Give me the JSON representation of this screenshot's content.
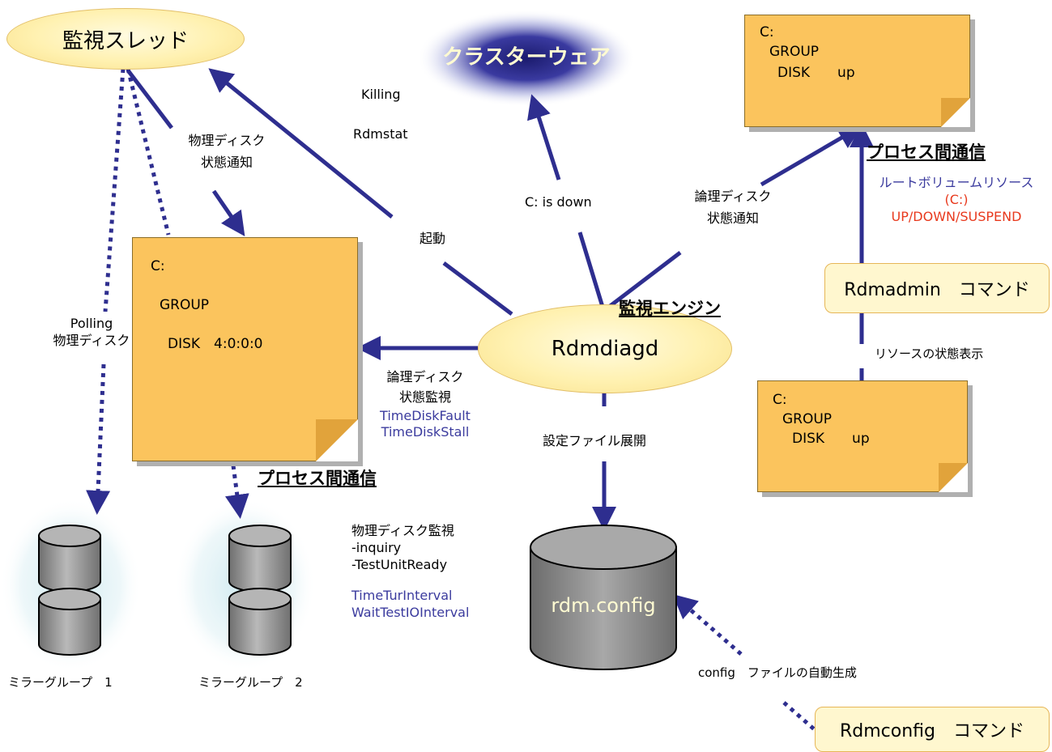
{
  "monitor_thread": "監視スレッド",
  "clusterware": "クラスターウェア",
  "engine": {
    "name": "Rdmdiagd",
    "caption": "監視エンジン"
  },
  "note_main": {
    "line1": "C:",
    "line2": "GROUP",
    "line3": "DISK　4:0:0:0"
  },
  "note_top_right": {
    "line1": "C:",
    "line2": "GROUP",
    "line3": "DISK　　up"
  },
  "note_bottom_right": {
    "line1": "C:",
    "line2": "GROUP",
    "line3": "DISK　　up"
  },
  "labels": {
    "killing": "Killing",
    "rdmstat": "Rdmstat",
    "phys_notify_1": "物理ディスク",
    "phys_notify_2": "状態通知",
    "c_is_down": "C: is down",
    "logical_notify_1": "論理ディスク",
    "logical_notify_2": "状態通知",
    "startup": "起動",
    "polling_1": "Polling",
    "polling_2": "物理ディスク",
    "logical_monitor_1": "論理ディスク",
    "logical_monitor_2": "状態監視",
    "time_disk_fault": "TimeDiskFault",
    "time_disk_stall": "TimeDiskStall",
    "config_expand": "設定ファイル展開",
    "ipc_left": "プロセス間通信",
    "ipc_right": "プロセス間通信",
    "phys_monitor": "物理ディスク監視",
    "inquiry": "-inquiry",
    "test_unit_ready": "-TestUnitReady",
    "time_tur_interval": "TimeTurInterval",
    "wait_test_io_interval": "WaitTestIOInterval",
    "mirror_1": "ミラーグループ　1",
    "mirror_2": "ミラーグループ　2",
    "root_volume": "ルートボリュームリソース",
    "c_paren": "(C:)",
    "up_down": "UP/DOWN/SUSPEND",
    "resource_display": "リソースの状態表示",
    "config_autogen": "config　ファイルの自動生成"
  },
  "config_file": "rdm.config",
  "commands": {
    "rdmadmin": "Rdmadmin　コマンド",
    "rdmconfig": "Rdmconfig　コマンド"
  },
  "colors": {
    "arrow": "#2e2e8f",
    "note": "#fbc45d",
    "ellipse": "#fff1b0",
    "blue_text": "#3b3b9e",
    "red_text": "#e8391d",
    "disk": "#8c8c8c"
  }
}
